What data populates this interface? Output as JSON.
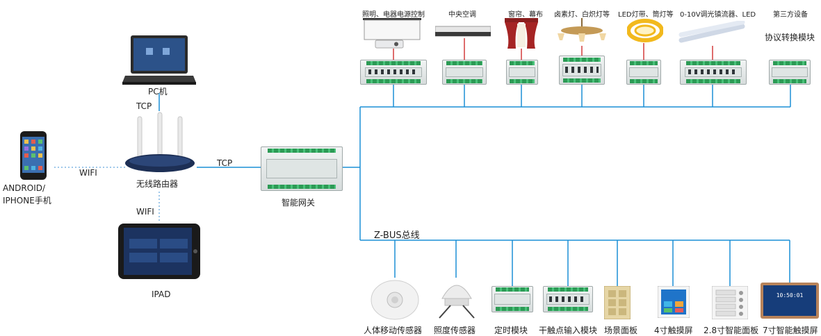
{
  "left": {
    "pc_label": "PC机",
    "tcp_up": "TCP",
    "phone_label_1": "ANDROID/",
    "phone_label_2": "IPHONE手机",
    "wifi_left": "WIFI",
    "router_label": "无线路由器",
    "wifi_down": "WIFI",
    "ipad_label": "IPAD",
    "tcp_right": "TCP",
    "gateway_label": "智能网关"
  },
  "top_devices": [
    {
      "label": "照明、电器电源控制"
    },
    {
      "label": "中央空调"
    },
    {
      "label": "窗帘、幕布"
    },
    {
      "label": "卤素灯、白炽灯等"
    },
    {
      "label": "LED灯带、筒灯等"
    },
    {
      "label": "0-10V调光镇流器、LED"
    },
    {
      "label": "第三方设备",
      "sublabel": "协议转换模块"
    }
  ],
  "bus": {
    "label": "Z-BUS总线"
  },
  "bottom_devices": [
    {
      "label": "人体移动传感器"
    },
    {
      "label": "照度传感器"
    },
    {
      "label": "定时模块"
    },
    {
      "label": "干触点输入模块"
    },
    {
      "label": "场景面板"
    },
    {
      "label": "4寸触摸屏"
    },
    {
      "label": "2.8寸智能面板"
    },
    {
      "label": "7寸智能触摸屏",
      "screen_time": "10:50:01"
    }
  ],
  "colors": {
    "bus_line": "#1a8fd6",
    "dotted_link": "#7fb5e3",
    "module_terminal": "#2c9a55"
  }
}
